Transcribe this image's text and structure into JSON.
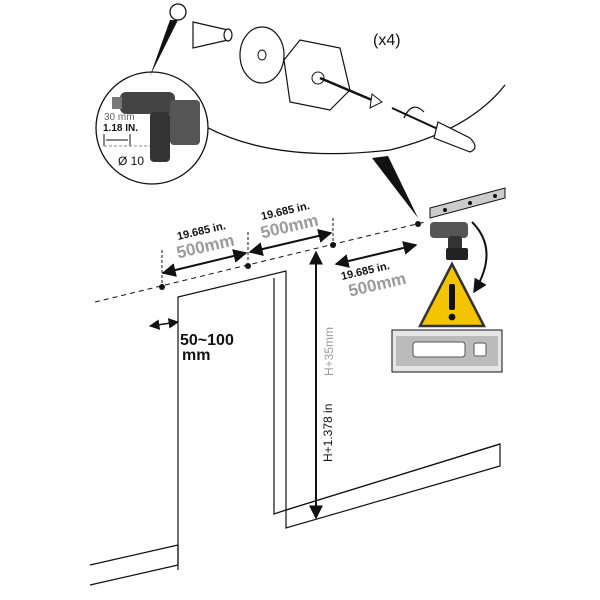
{
  "quantity_label": "(x4)",
  "drill_detail": {
    "depth_mm": "30 mm",
    "depth_in": "1.18 IN.",
    "diameter": "Ø 10"
  },
  "dimensions": {
    "seg1_in": "19.685 in.",
    "seg1_mm": "500mm",
    "seg2_in": "19.685 in.",
    "seg2_mm": "500mm",
    "seg3_in": "19.685 in.",
    "seg3_mm": "500mm",
    "offset": "50~100",
    "offset_unit": "mm",
    "height_in": "H+1.378 in",
    "height_mm": "H+35mm"
  },
  "icons": [
    "drill-icon",
    "wall-plug-icon",
    "washer-icon",
    "mounting-block-icon",
    "screw-icon",
    "screwdriver-icon",
    "mounting-rail-icon",
    "warning-icon",
    "level-icon"
  ],
  "colors": {
    "warning_yellow": "#f4c400",
    "mm_gray": "#9b9b9b",
    "line": "#111111"
  }
}
